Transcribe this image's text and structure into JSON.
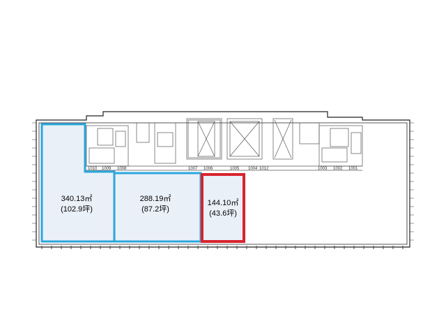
{
  "floor_plan": {
    "units": [
      {
        "area": "340.13㎡",
        "tsubo": "(102.9坪)",
        "outline": "#2aa6dc",
        "fill": "#eaf0f8"
      },
      {
        "area": "288.19㎡",
        "tsubo": "(87.2坪)",
        "outline": "#2aa6dc",
        "fill": "#eaf0f8"
      },
      {
        "area": "144.10㎡",
        "tsubo": "(43.6坪)",
        "outline": "#d9232d",
        "fill": "#eaf0f8",
        "highlighted": true
      }
    ],
    "room_numbers": [
      "1010",
      "1009",
      "1008",
      "1007",
      "1006",
      "1005",
      "1004",
      "1012",
      "1003",
      "1002",
      "1001"
    ],
    "colors": {
      "wall": "#222222",
      "core_line": "#555555",
      "grid": "#9a9a9a"
    }
  }
}
